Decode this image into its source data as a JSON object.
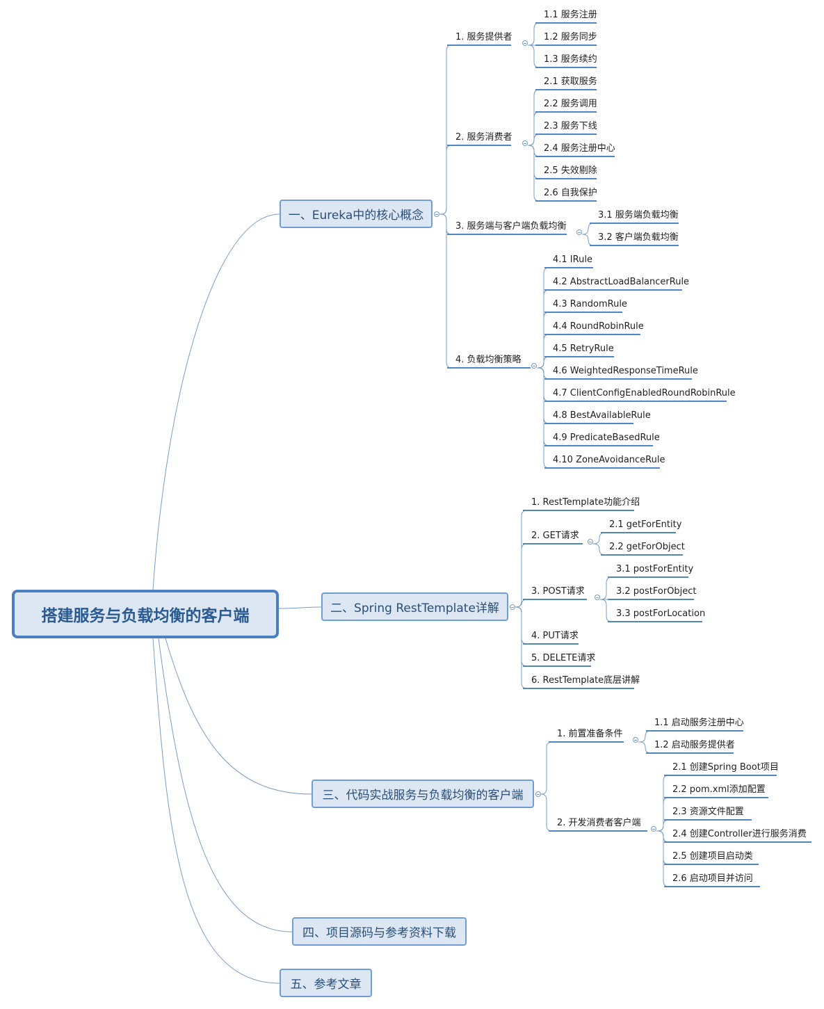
{
  "root": "搭建服务与负载均衡的客户端",
  "branches": [
    {
      "label": "一、Eureka中的核心概念",
      "children": [
        {
          "label": "1. 服务提供者",
          "children": [
            {
              "label": "1.1 服务注册"
            },
            {
              "label": "1.2 服务同步"
            },
            {
              "label": "1.3 服务续约"
            }
          ]
        },
        {
          "label": "2. 服务消费者",
          "children": [
            {
              "label": "2.1 获取服务"
            },
            {
              "label": "2.2 服务调用"
            },
            {
              "label": "2.3 服务下线"
            },
            {
              "label": "2.4 服务注册中心"
            },
            {
              "label": "2.5 失效剔除"
            },
            {
              "label": "2.6 自我保护"
            }
          ]
        },
        {
          "label": "3. 服务端与客户端负载均衡",
          "children": [
            {
              "label": "3.1 服务端负载均衡"
            },
            {
              "label": "3.2 客户端负载均衡"
            }
          ]
        },
        {
          "label": "4. 负载均衡策略",
          "children": [
            {
              "label": "4.1 IRule"
            },
            {
              "label": "4.2 AbstractLoadBalancerRule"
            },
            {
              "label": "4.3 RandomRule"
            },
            {
              "label": "4.4 RoundRobinRule"
            },
            {
              "label": "4.5 RetryRule"
            },
            {
              "label": "4.6 WeightedResponseTimeRule"
            },
            {
              "label": "4.7 ClientConfigEnabledRoundRobinRule"
            },
            {
              "label": "4.8 BestAvailableRule"
            },
            {
              "label": "4.9 PredicateBasedRule"
            },
            {
              "label": "4.10 ZoneAvoidanceRule"
            }
          ]
        }
      ]
    },
    {
      "label": "二、Spring RestTemplate详解",
      "children": [
        {
          "label": "1. RestTemplate功能介绍"
        },
        {
          "label": "2. GET请求",
          "children": [
            {
              "label": "2.1 getForEntity"
            },
            {
              "label": "2.2 getForObject"
            }
          ]
        },
        {
          "label": "3. POST请求",
          "children": [
            {
              "label": "3.1 postForEntity"
            },
            {
              "label": "3.2 postForObject"
            },
            {
              "label": "3.3 postForLocation"
            }
          ]
        },
        {
          "label": "4. PUT请求"
        },
        {
          "label": "5. DELETE请求"
        },
        {
          "label": "6. RestTemplate底层讲解"
        }
      ]
    },
    {
      "label": "三、代码实战服务与负载均衡的客户端",
      "children": [
        {
          "label": "1. 前置准备条件",
          "children": [
            {
              "label": "1.1 启动服务注册中心"
            },
            {
              "label": "1.2 启动服务提供者"
            }
          ]
        },
        {
          "label": "2. 开发消费者客户端",
          "children": [
            {
              "label": "2.1 创建Spring Boot项目"
            },
            {
              "label": "2.2 pom.xml添加配置"
            },
            {
              "label": "2.3 资源文件配置"
            },
            {
              "label": "2.4 创建Controller进行服务消费"
            },
            {
              "label": "2.5 创建项目启动类"
            },
            {
              "label": "2.6 启动项目并访问"
            }
          ]
        }
      ]
    },
    {
      "label": "四、项目源码与参考资料下载"
    },
    {
      "label": "五、参考文章"
    }
  ],
  "colors": {
    "line": "#7a9cc4",
    "underline": "#4f86c6",
    "root_border": "#4a7fc1",
    "node_fill": "#dde7f3",
    "root_text": "#2a5a92"
  },
  "icons": {
    "collapse": "fold-minus-icon"
  }
}
